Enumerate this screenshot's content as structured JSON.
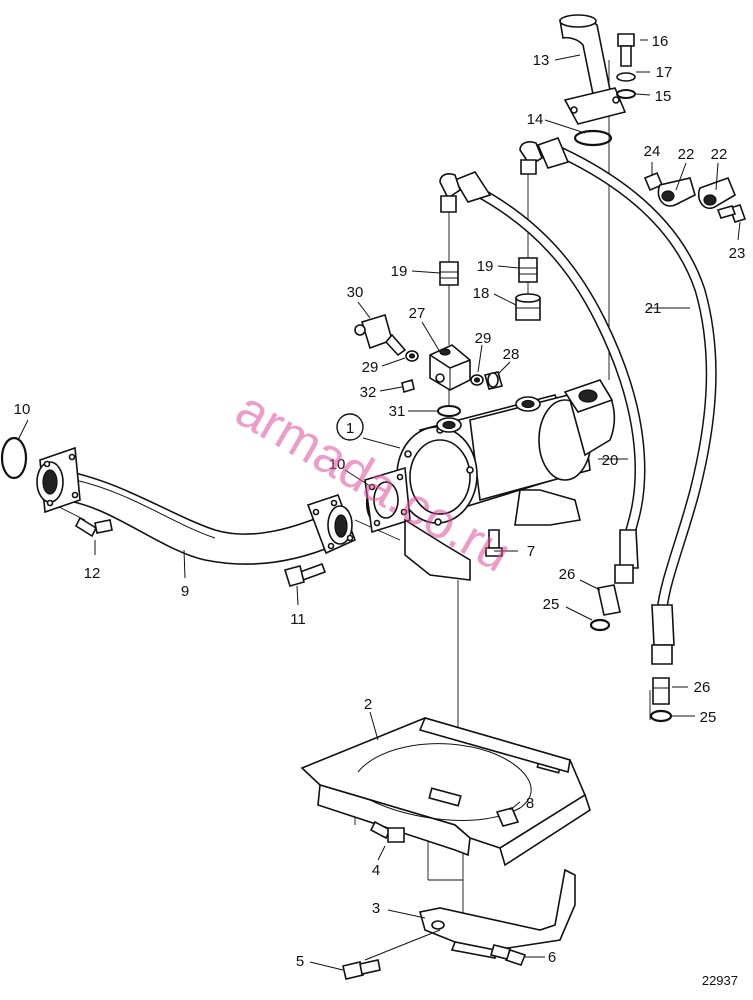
{
  "diagram": {
    "drawing_number": "22937",
    "watermark": "armada.co.ru",
    "callouts": [
      {
        "id": "c1",
        "label": "1"
      },
      {
        "id": "c2",
        "label": "2"
      },
      {
        "id": "c3",
        "label": "3"
      },
      {
        "id": "c4",
        "label": "4"
      },
      {
        "id": "c5",
        "label": "5"
      },
      {
        "id": "c6",
        "label": "6"
      },
      {
        "id": "c7",
        "label": "7"
      },
      {
        "id": "c8",
        "label": "8"
      },
      {
        "id": "c9",
        "label": "9"
      },
      {
        "id": "c10a",
        "label": "10"
      },
      {
        "id": "c10b",
        "label": "10"
      },
      {
        "id": "c11",
        "label": "11"
      },
      {
        "id": "c12",
        "label": "12"
      },
      {
        "id": "c13",
        "label": "13"
      },
      {
        "id": "c14",
        "label": "14"
      },
      {
        "id": "c15",
        "label": "15"
      },
      {
        "id": "c16",
        "label": "16"
      },
      {
        "id": "c17",
        "label": "17"
      },
      {
        "id": "c18",
        "label": "18"
      },
      {
        "id": "c19a",
        "label": "19"
      },
      {
        "id": "c19b",
        "label": "19"
      },
      {
        "id": "c20",
        "label": "20"
      },
      {
        "id": "c21",
        "label": "21"
      },
      {
        "id": "c22a",
        "label": "22"
      },
      {
        "id": "c22b",
        "label": "22"
      },
      {
        "id": "c23",
        "label": "23"
      },
      {
        "id": "c24",
        "label": "24"
      },
      {
        "id": "c25a",
        "label": "25"
      },
      {
        "id": "c25b",
        "label": "25"
      },
      {
        "id": "c26a",
        "label": "26"
      },
      {
        "id": "c26b",
        "label": "26"
      },
      {
        "id": "c27",
        "label": "27"
      },
      {
        "id": "c28",
        "label": "28"
      },
      {
        "id": "c29a",
        "label": "29"
      },
      {
        "id": "c29b",
        "label": "29"
      },
      {
        "id": "c30",
        "label": "30"
      },
      {
        "id": "c31",
        "label": "31"
      },
      {
        "id": "c32",
        "label": "32"
      }
    ]
  }
}
